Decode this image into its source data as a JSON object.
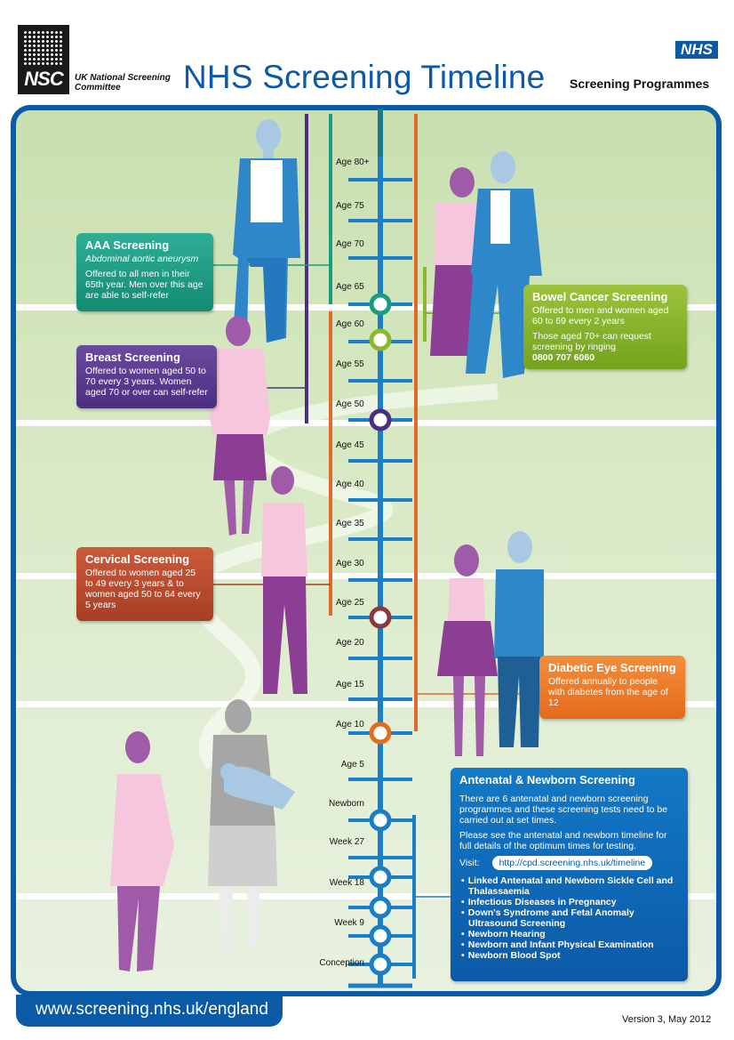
{
  "header": {
    "nsc_logo_text": "NSC",
    "nsc_name": "UK National Screening Committee",
    "title": "NHS Screening Timeline",
    "nhs_logo": "NHS",
    "nhs_subtitle": "Screening Programmes"
  },
  "timeline": {
    "labels": [
      "Age 80+",
      "Age 75",
      "Age 70",
      "Age 65",
      "Age 60",
      "Age 55",
      "Age 50",
      "Age 45",
      "Age 40",
      "Age 35",
      "Age 30",
      "Age 25",
      "Age 20",
      "Age 15",
      "Age 10",
      "Age 5",
      "Newborn",
      "Week 27",
      "Week 18",
      "Week 9",
      "Conception"
    ]
  },
  "aaa": {
    "title": "AAA Screening",
    "subtitle": "Abdominal aortic aneurysm",
    "text": "Offered to all men in their 65th year. Men over this age are able to self-refer"
  },
  "breast": {
    "title": "Breast Screening",
    "text": "Offered to women aged 50 to 70 every 3 years. Women aged 70 or over can self-refer"
  },
  "cervical": {
    "title": "Cervical Screening",
    "text": "Offered to women aged 25 to 49 every 3 years & to women aged 50 to 64 every 5 years"
  },
  "bowel": {
    "title": "Bowel Cancer Screening",
    "text1": "Offered to men and women aged 60 to 69 every 2 years",
    "text2": "Those aged 70+ can request screening by ringing",
    "phone": "0800 707 6060"
  },
  "diabetic": {
    "title": "Diabetic Eye Screening",
    "text": "Offered annually to people with diabetes from the age of 12"
  },
  "antenatal": {
    "title": "Antenatal & Newborn Screening",
    "text1": "There are 6 antenatal and newborn screening programmes and these screening tests need to be carried out at set times.",
    "text2": "Please see the antenatal and newborn timeline for full details of the optimum times for testing.",
    "visit_label": "Visit:",
    "visit_url": "http://cpd.screening.nhs.uk/timeline",
    "items": [
      "Linked Antenatal and Newborn Sickle Cell and Thalassaemia",
      "Infectious Diseases in Pregnancy",
      "Down's Syndrome and Fetal Anomaly Ultrasound Screening",
      "Newborn Hearing",
      "Newborn and Infant Physical Examination",
      "Newborn Blood Spot"
    ]
  },
  "footer": {
    "url": "www.screening.nhs.uk/england",
    "version": "Version 3, May 2012"
  },
  "colors": {
    "nhs_blue": "#0b5aa8",
    "aaa_teal": "#138a73",
    "breast_purple": "#4c2f81",
    "cervical_red": "#a83e24",
    "bowel_green": "#74a31e",
    "diabetic_orange": "#e56a1c",
    "timeline_blue": "#1a7fc6"
  }
}
